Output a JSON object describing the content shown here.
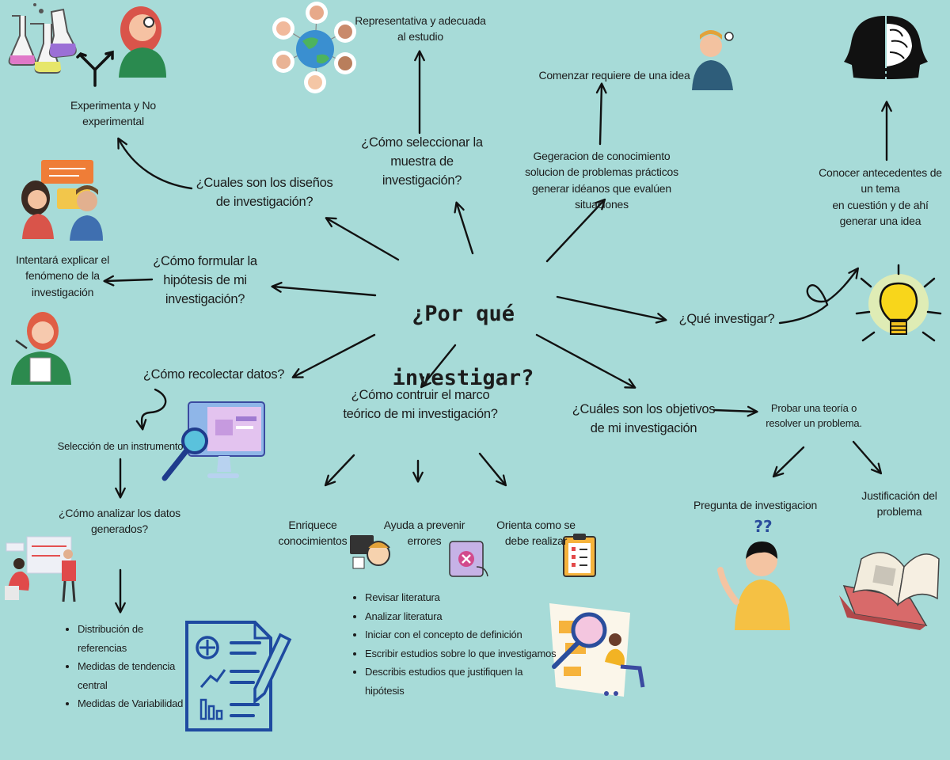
{
  "center": {
    "line1": "¿Por qué",
    "line2": "investigar?"
  },
  "nodes": {
    "muestra": "¿Cómo seleccionar la\nmuestra de\ninvestigación?",
    "muestra_sub": "Representativa y adecuada\nal estudio",
    "disenos": "¿Cuales son los diseños\nde investigación?",
    "disenos_sub": "Experimenta y No\nexperimental",
    "hipotesis": "¿Cómo formular la\nhipótesis de mi\ninvestigación?",
    "hipotesis_sub": "Intentará explicar el\nfenómeno de la investigación",
    "generacion": "Gegeracion de conocimiento\nsolucion de problemas prácticos\ngenerar idéanos que evalúen situaciones",
    "idea": "Comenzar requiere de una idea",
    "que_investigar": "¿Qué investigar?",
    "antecedentes": "Conocer antecedentes de\nun tema\nen cuestión y de ahí\ngenerar una idea",
    "recolectar": "¿Cómo recolectar datos?",
    "instrumento": "Selección de un instrumento",
    "analizar": "¿Cómo analizar los  datos\ngenerados?",
    "marco": "¿Cómo contruir el marco\nteórico de mi investigación?",
    "enriquece": "Enriquece\nconocimientos",
    "prevenir": "Ayuda a prevenir\nerrores",
    "orienta": "Orienta como se\ndebe realizar",
    "objetivos": "¿Cuáles son los objetivos\nde mi investigación",
    "probar": "Probar una teoría o\nresolver un problema.",
    "pregunta": "Pregunta de investigacion",
    "justificacion": "Justificación del\nproblema"
  },
  "lists": {
    "analisis": [
      "Distribución de\nreferencias",
      "Medidas de tendencia\ncentral",
      "Medidas de Variabilidad"
    ],
    "marco": [
      "Revisar literatura",
      "Analizar literatura",
      "Iniciar con el concepto de definición",
      "Escribir estudios sobre lo que investigamos",
      "Describis estudios que justifiquen la\nhipótesis"
    ]
  },
  "decorations": {
    "question_marks": "??"
  },
  "colors": {
    "background": "#a7dbd8",
    "text": "#1c1c1c",
    "arrow": "#111111",
    "accent_blue": "#2a4d9c"
  }
}
